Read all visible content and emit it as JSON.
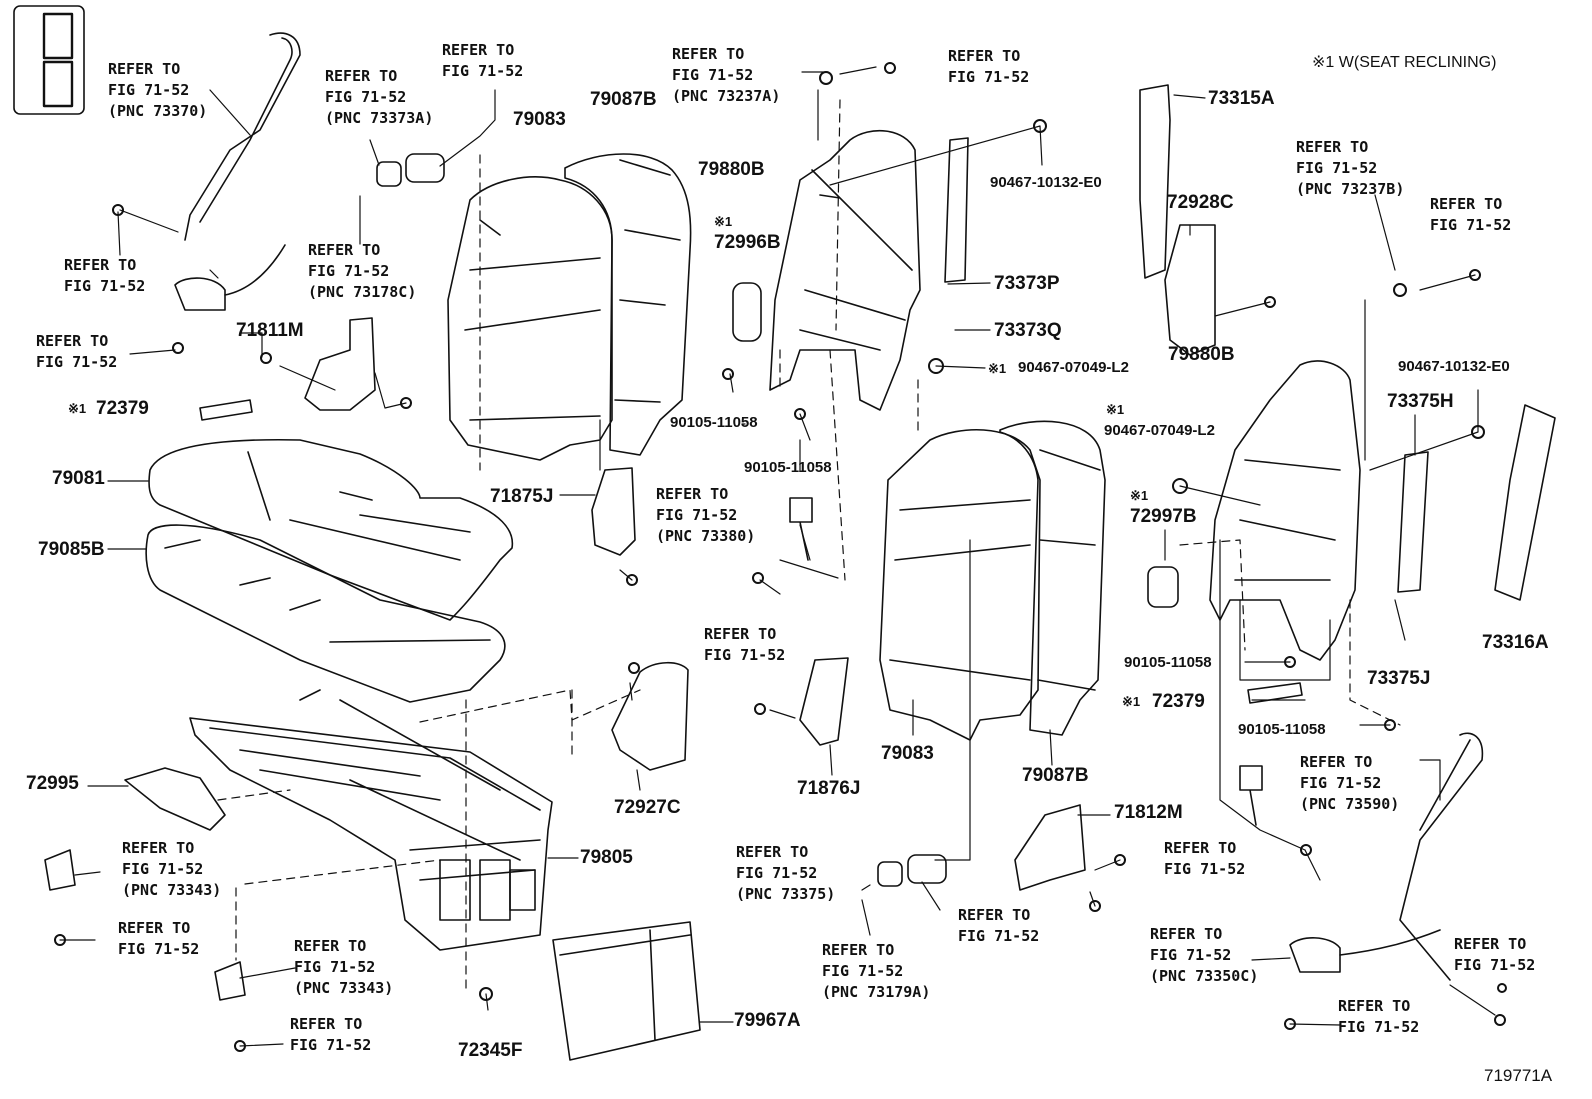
{
  "note": {
    "mark": "※1",
    "text": "W(SEAT RECLINING)"
  },
  "figure_code": "719771A",
  "callouts": [
    {
      "id": "c1",
      "lines": [
        "REFER TO",
        "FIG 71-52",
        "(PNC 73370)"
      ]
    },
    {
      "id": "c2",
      "lines": [
        "REFER TO",
        "FIG 71-52"
      ]
    },
    {
      "id": "c3",
      "lines": [
        "REFER TO",
        "FIG 71-52"
      ]
    },
    {
      "id": "c4",
      "lines": [
        "REFER TO",
        "FIG 71-52",
        "(PNC 73373A)"
      ]
    },
    {
      "id": "c5",
      "lines": [
        "REFER TO",
        "FIG 71-52"
      ]
    },
    {
      "id": "c6",
      "lines": [
        "REFER TO",
        "FIG 71-52",
        "(PNC 73178C)"
      ]
    },
    {
      "id": "c7",
      "lines": [
        "REFER TO",
        "FIG 71-52",
        "(PNC 73237A)"
      ]
    },
    {
      "id": "c8",
      "lines": [
        "REFER TO",
        "FIG 71-52"
      ]
    },
    {
      "id": "c9",
      "lines": [
        "REFER TO",
        "FIG 71-52",
        "(PNC 73237B)"
      ]
    },
    {
      "id": "c10",
      "lines": [
        "REFER TO",
        "FIG 71-52"
      ]
    },
    {
      "id": "c11",
      "lines": [
        "REFER TO",
        "FIG 71-52",
        "(PNC 73380)"
      ]
    },
    {
      "id": "c12",
      "lines": [
        "REFER TO",
        "FIG 71-52"
      ]
    },
    {
      "id": "c13",
      "lines": [
        "REFER TO",
        "FIG 71-52",
        "(PNC 73343)"
      ]
    },
    {
      "id": "c14",
      "lines": [
        "REFER TO",
        "FIG 71-52"
      ]
    },
    {
      "id": "c15",
      "lines": [
        "REFER TO",
        "FIG 71-52",
        "(PNC 73343)"
      ]
    },
    {
      "id": "c16",
      "lines": [
        "REFER TO",
        "FIG 71-52"
      ]
    },
    {
      "id": "c17",
      "lines": [
        "REFER TO",
        "FIG 71-52",
        "(PNC 73375)"
      ]
    },
    {
      "id": "c18",
      "lines": [
        "REFER TO",
        "FIG 71-52",
        "(PNC 73179A)"
      ]
    },
    {
      "id": "c19",
      "lines": [
        "REFER TO",
        "FIG 71-52"
      ]
    },
    {
      "id": "c20",
      "lines": [
        "REFER TO",
        "FIG 71-52",
        "(PNC 73590)"
      ]
    },
    {
      "id": "c21",
      "lines": [
        "REFER TO",
        "FIG 71-52"
      ]
    },
    {
      "id": "c22",
      "lines": [
        "REFER TO",
        "FIG 71-52",
        "(PNC 73350C)"
      ]
    },
    {
      "id": "c23",
      "lines": [
        "REFER TO",
        "FIG 71-52"
      ]
    },
    {
      "id": "c24",
      "lines": [
        "REFER TO",
        "FIG 71-52"
      ]
    }
  ],
  "parts": {
    "p79083a": "79083",
    "p79087ba": "79087B",
    "p79880ba": "79880B",
    "p72996b": "72996B",
    "p73315a": "73315A",
    "p72928c": "72928C",
    "p73373p": "73373P",
    "p73373q": "73373Q",
    "p71811m": "71811M",
    "p72379a": "72379",
    "p79081": "79081",
    "p79085b": "79085B",
    "p71875j": "71875J",
    "p79880bb": "79880B",
    "p73375h": "73375H",
    "p72997b": "72997B",
    "p73316a": "73316A",
    "p73375j": "73375J",
    "p72379b": "72379",
    "p72995": "72995",
    "p72927c": "72927C",
    "p71876j": "71876J",
    "p79083b": "79083",
    "p79087bb": "79087B",
    "p71812m": "71812M",
    "p79805": "79805",
    "p79967a": "79967A",
    "p72345f": "72345F"
  },
  "codes": {
    "k1": "90467-10132-E0",
    "k2": "90467-07049-L2",
    "k3": "90105-11058",
    "k4": "90105-11058",
    "k5": "90467-10132-E0",
    "k6": "90467-07049-L2",
    "k7": "90105-11058",
    "k8": "90105-11058"
  },
  "marks": {
    "m1": "※1",
    "m2": "※1",
    "m3": "※1",
    "m4": "※1",
    "m5": "※1",
    "m6": "※1"
  }
}
